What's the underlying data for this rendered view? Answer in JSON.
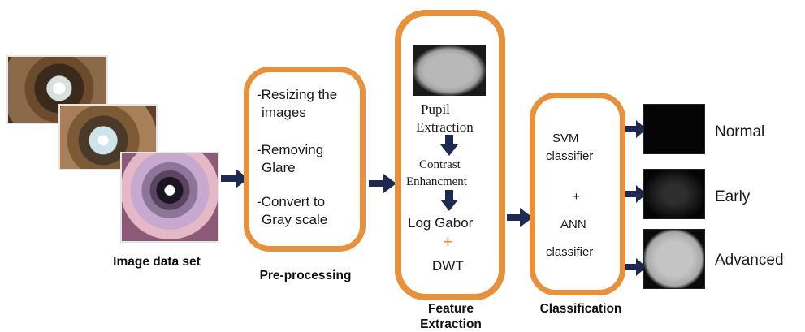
{
  "dataset": {
    "label": "Image data set"
  },
  "preprocessing": {
    "label": "Pre-processing",
    "steps": [
      "-Resizing the images",
      "-Removing Glare",
      "-Convert to Gray scale"
    ],
    "lines": [
      "-Resizing the",
      "images",
      "-Removing",
      "Glare",
      "-Convert to",
      "Gray scale"
    ]
  },
  "feature_extraction": {
    "label_line1": "Feature",
    "label_line2": "Extraction",
    "pupil_line1": "Pupil",
    "pupil_line2": "Extraction",
    "contrast_line1": "Contrast",
    "contrast_line2": "Enhancment",
    "log_gabor": "Log Gabor",
    "plus": "+",
    "dwt": "DWT"
  },
  "classification": {
    "label": "Classification",
    "svm_line1": "SVM",
    "svm_line2": "classifier",
    "plus": "+",
    "ann_line1": "ANN",
    "ann_line2": "classifier"
  },
  "outcomes": [
    "Normal",
    "Early",
    "Advanced"
  ],
  "colors": {
    "stage_border": "#e8913d",
    "arrow": "#1f2a52",
    "plus_orange": "#e8913d"
  }
}
